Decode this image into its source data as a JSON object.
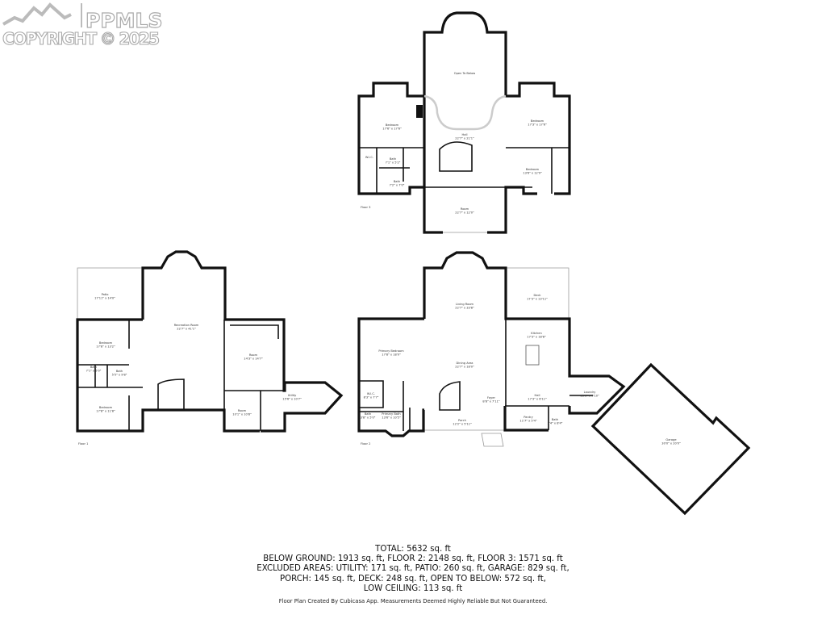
{
  "watermark": {
    "brand": "PPMLS",
    "copyright": "COPYRIGHT © 2025"
  },
  "floor3": {
    "label": "Floor 3",
    "rooms": [
      {
        "name": "Open To Below",
        "dims": ""
      },
      {
        "name": "Bedroom",
        "dims": "17'6\" x 17'6\""
      },
      {
        "name": "Hall",
        "dims": "22'7\" x 21'1\""
      },
      {
        "name": "Bedroom",
        "dims": "17'3\" x 17'6\""
      },
      {
        "name": "Bedroom",
        "dims": "13'6\" x 12'9\""
      },
      {
        "name": "Bath",
        "dims": "7'1\" x 5'2\""
      },
      {
        "name": "Bath",
        "dims": "7'2\" x 7'0\""
      },
      {
        "name": "W.I.C.",
        "dims": ""
      },
      {
        "name": "Room",
        "dims": "22'7\" x 12'0\""
      }
    ]
  },
  "floor1": {
    "label": "Floor 1",
    "rooms": [
      {
        "name": "Patio",
        "dims": "17'11\" x 14'0\""
      },
      {
        "name": "Recreation Room",
        "dims": "22'7\" x 41'1\""
      },
      {
        "name": "Bedroom",
        "dims": "17'8\" x 13'2\""
      },
      {
        "name": "Bath",
        "dims": "7'1\" x 5'0\""
      },
      {
        "name": "Bath",
        "dims": "5'5\" x 9'8\""
      },
      {
        "name": "Bedroom",
        "dims": "17'8\" x 11'8\""
      },
      {
        "name": "Room",
        "dims": "14'3\" x 14'7\""
      },
      {
        "name": "Room",
        "dims": "10'1\" x 10'8\""
      },
      {
        "name": "Utility",
        "dims": "15'6\" x 10'7\""
      }
    ]
  },
  "floor2": {
    "label": "Floor 2",
    "rooms": [
      {
        "name": "Living Room",
        "dims": "22'7\" x 33'8\""
      },
      {
        "name": "Deck",
        "dims": "17'3\" x 13'11\""
      },
      {
        "name": "Primary Bedroom",
        "dims": "17'8\" x 18'0\""
      },
      {
        "name": "Dining Area",
        "dims": "22'7\" x 18'0\""
      },
      {
        "name": "Kitchen",
        "dims": "17'3\" x 18'8\""
      },
      {
        "name": "W.I.C.",
        "dims": "8'3\" x 7'7\""
      },
      {
        "name": "Foyer",
        "dims": "8'8\" x 7'11\""
      },
      {
        "name": "Hall",
        "dims": "17'3\" x 6'11\""
      },
      {
        "name": "Laundry",
        "dims": "13'6\" x 9'10\""
      },
      {
        "name": "Bath",
        "dims": "3'8\" x 5'0\""
      },
      {
        "name": "Primary Bath",
        "dims": "13'6\" x 10'5\""
      },
      {
        "name": "Porch",
        "dims": "12'2\" x 5'11\""
      },
      {
        "name": "Pantry",
        "dims": "11'7\" x 5'4\""
      },
      {
        "name": "Bath",
        "dims": "5'4\" x 8'4\""
      },
      {
        "name": "Garage",
        "dims": "30'0\" x 20'0\""
      }
    ]
  },
  "summary": {
    "lines": [
      "TOTAL: 5632 sq. ft",
      "BELOW GROUND: 1913 sq. ft, FLOOR 2: 2148 sq. ft, FLOOR 3: 1571 sq. ft",
      "EXCLUDED AREAS: UTILITY: 171 sq. ft, PATIO: 260 sq. ft, GARAGE: 829 sq. ft,",
      "PORCH: 145 sq. ft, DECK: 248 sq. ft, OPEN TO BELOW: 572 sq. ft,",
      "LOW CEILING: 113 sq. ft"
    ],
    "credit": "Floor Plan Created By Cubicasa App. Measurements Deemed Highly Reliable But Not Guaranteed."
  }
}
